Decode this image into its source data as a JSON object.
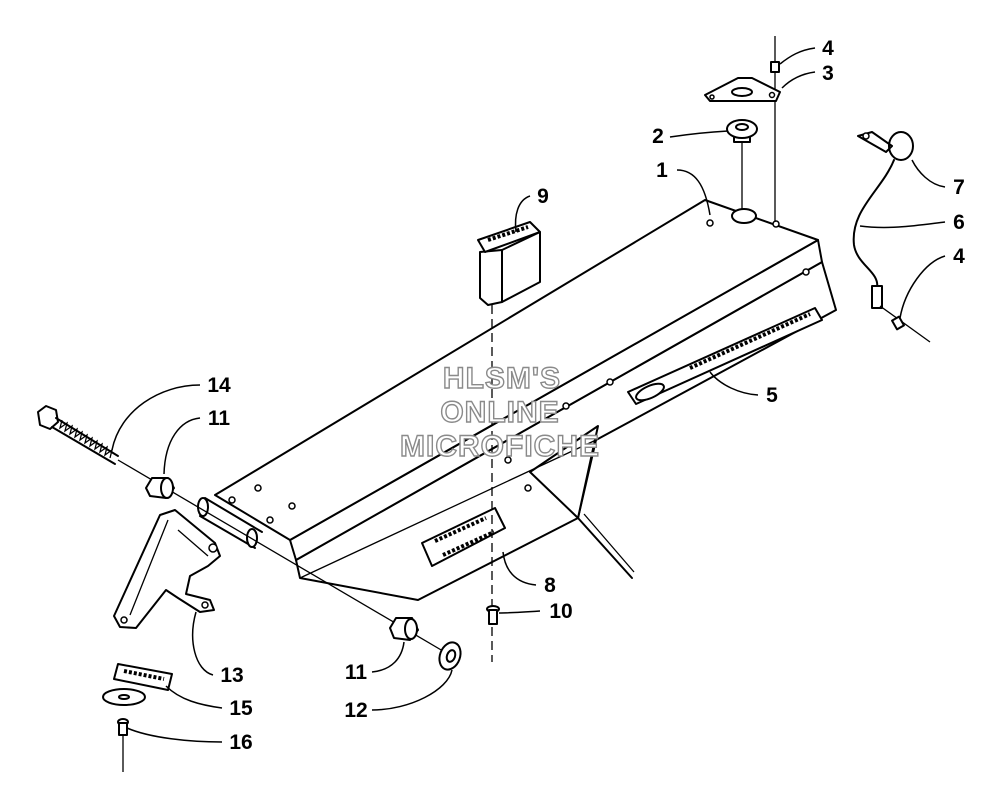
{
  "diagram": {
    "callouts": [
      "1",
      "2",
      "3",
      "4",
      "4",
      "5",
      "6",
      "7",
      "8",
      "9",
      "10",
      "11",
      "11",
      "12",
      "13",
      "14",
      "15",
      "16"
    ],
    "watermark": {
      "line1": "HLSM'S",
      "line2": "ONLINE",
      "line3": "MICROFICHE"
    }
  }
}
